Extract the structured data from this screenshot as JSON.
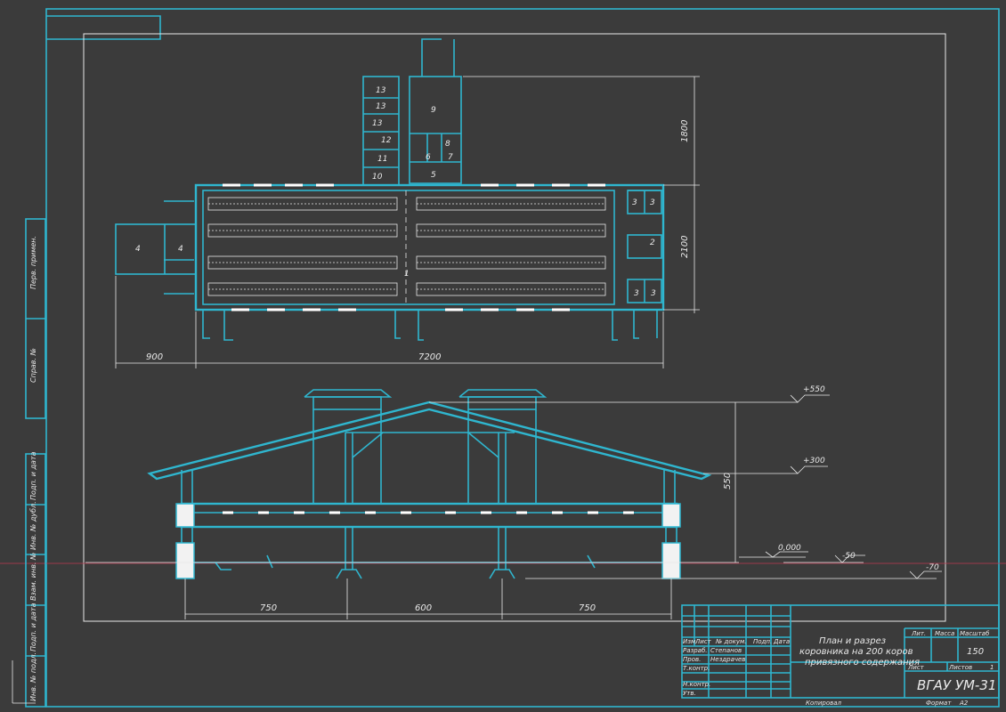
{
  "plan": {
    "dims": {
      "length_total": "7200",
      "ext_width": "900",
      "width_total": "2100",
      "wing_length": "1800"
    },
    "room_labels": [
      "13",
      "13",
      "13",
      "12",
      "11",
      "10",
      "9",
      "8",
      "7",
      "6",
      "5",
      "4",
      "4",
      "3",
      "3",
      "2",
      "3",
      "3",
      "1"
    ]
  },
  "section": {
    "spans": [
      "750",
      "600",
      "750"
    ],
    "height_dim": "550",
    "levels": [
      "+550",
      "+300",
      "0,000",
      "-50",
      "-70"
    ]
  },
  "side_stamp": [
    "Перв. примен.",
    "Справ. №",
    "Подп. и дата",
    "Инв. № дубл.",
    "Взам. инв. №",
    "Подп. и дата",
    "Инв. № подл."
  ],
  "title_block": {
    "title_line1": "План и разрез",
    "title_line2": "коровника на 200 коров",
    "title_line3": "привязного содержания",
    "col_headers": [
      "Изм",
      "Лист",
      "№ докум.",
      "Подп.",
      "Дата"
    ],
    "roles": [
      "Разраб.",
      "Пров.",
      "Т.контр.",
      "Н.контр.",
      "Утв."
    ],
    "names": [
      "Степанов",
      "Нездрачев"
    ],
    "lit": "Лит.",
    "mass": "Масса",
    "scale_label": "Масштаб",
    "scale_value": "150",
    "sheet": "Лист",
    "sheets": "Листов",
    "sheets_count": "1",
    "org": "ВГАУ УМ-31",
    "copied": "Копировал",
    "format": "Формат",
    "format_value": "А2"
  },
  "colors": {
    "background": "#3b3b3b",
    "lines": "#2fb6cf",
    "text": "#e9e9e9"
  }
}
